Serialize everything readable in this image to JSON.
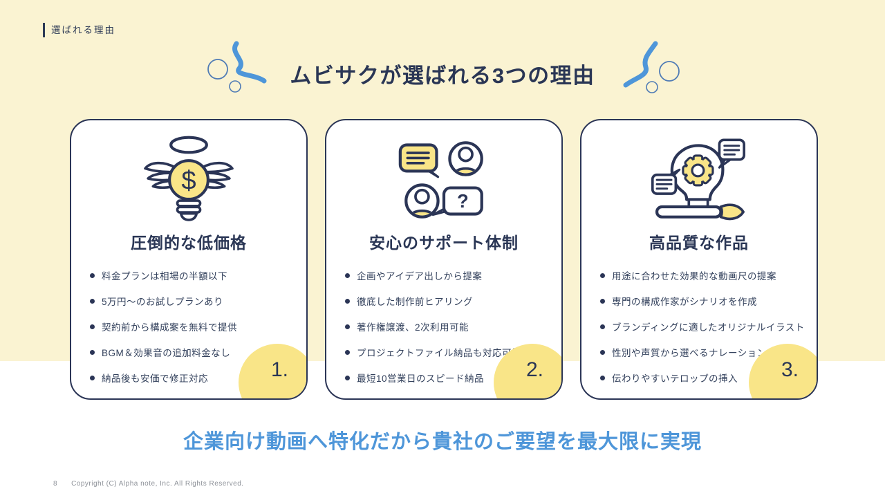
{
  "page": {
    "eyebrow": "選ばれる理由",
    "title": "ムビサクが選ばれる3つの理由",
    "tagline": "企業向け動画へ特化だから貴社のご要望を最大限に実現",
    "footer": {
      "page_number": "8",
      "copyright": "Copyright (C) Alpha note, Inc. All Rights Reserved."
    }
  },
  "cards": [
    {
      "number": "1.",
      "icon": "winged-dollar-bulb-icon",
      "heading": "圧倒的な低価格",
      "bullets": [
        "料金プランは相場の半額以下",
        "5万円〜のお試しプランあり",
        "契約前から構成案を無料で提供",
        "BGM＆効果音の追加料金なし",
        "納品後も安価で修正対応"
      ]
    },
    {
      "number": "2.",
      "icon": "support-chat-icon",
      "heading": "安心のサポート体制",
      "bullets": [
        "企画やアイデア出しから提案",
        "徹底した制作前ヒアリング",
        "著作権譲渡、2次利用可能",
        "プロジェクトファイル納品も対応可能",
        "最短10営業日のスピード納品"
      ]
    },
    {
      "number": "3.",
      "icon": "creative-gear-brush-icon",
      "heading": "高品質な作品",
      "bullets": [
        "用途に合わせた効果的な動画尺の提案",
        "専門の構成作家がシナリオを作成",
        "ブランディングに適したオリジナルイラスト",
        "性別や声質から選べるナレーション",
        "伝わりやすいテロップの挿入"
      ]
    }
  ],
  "icons": {
    "dollar_glyph": "$",
    "question_glyph": "?"
  },
  "colors": {
    "background_yellow": "#FAF3D2",
    "background_white": "#FFFFFF",
    "navy": "#2B3556",
    "blue_accent": "#4E96D9",
    "circle_outline_blue": "#4F7BB5",
    "yellow_accent": "#F9E588",
    "footer_gray": "#8E9299"
  }
}
